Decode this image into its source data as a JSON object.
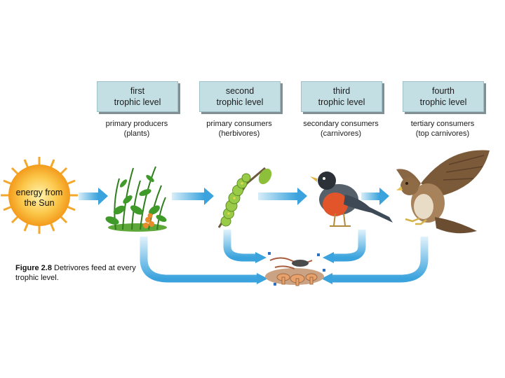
{
  "levels": [
    {
      "line1": "first",
      "line2": "trophic level",
      "role": "primary producers",
      "example": "(plants)"
    },
    {
      "line1": "second",
      "line2": "trophic level",
      "role": "primary consumers",
      "example": "(herbivores)"
    },
    {
      "line1": "third",
      "line2": "trophic level",
      "role": "secondary consumers",
      "example": "(carnivores)"
    },
    {
      "line1": "fourth",
      "line2": "trophic level",
      "role": "tertiary consumers",
      "example": "(top carnivores)"
    }
  ],
  "sun": {
    "line1": "energy from",
    "line2": "the Sun"
  },
  "caption": {
    "label": "Figure 2.8",
    "text": "Detrivores feed at every trophic level."
  },
  "colors": {
    "box": "#c4dfe4",
    "arrow": "#3aa3dd",
    "sun": "#f5a623"
  },
  "icons": [
    "sun-icon",
    "plants-icon",
    "caterpillar-icon",
    "robin-icon",
    "hawk-icon",
    "detritivores-icon"
  ]
}
